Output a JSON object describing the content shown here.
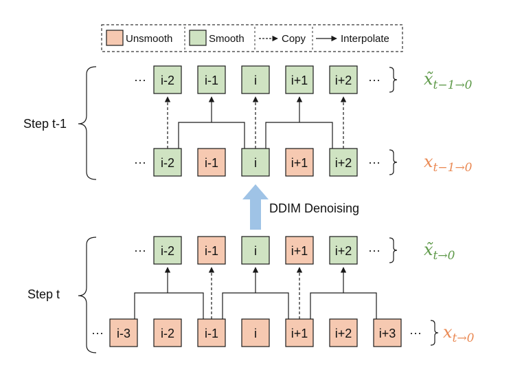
{
  "colors": {
    "smooth_fill": "#cfe3c2",
    "unsmooth_fill": "#f6c9b1",
    "box_stroke": "#1a1a1a",
    "green_text": "#5f9a4a",
    "orange_text": "#ea8a55",
    "arrow_blue": "#9fc3e6"
  },
  "legend": {
    "unsmooth": "Unsmooth",
    "smooth": "Smooth",
    "copy": "Copy",
    "interpolate": "Interpolate"
  },
  "ellipsis": "···",
  "step_labels": {
    "t_minus_1": "Step t-1",
    "t": "Step t"
  },
  "denoise_label": "DDIM Denoising",
  "rows": [
    {
      "id": "t-1-smoothed",
      "label": "x̃_{t−1→0}",
      "boxes": [
        {
          "text": "i-2",
          "state": "smooth"
        },
        {
          "text": "i-1",
          "state": "smooth"
        },
        {
          "text": "i",
          "state": "smooth"
        },
        {
          "text": "i+1",
          "state": "smooth"
        },
        {
          "text": "i+2",
          "state": "smooth"
        }
      ]
    },
    {
      "id": "t-1-predicted",
      "label": "x_{t−1→0}",
      "boxes": [
        {
          "text": "i-2",
          "state": "smooth"
        },
        {
          "text": "i-1",
          "state": "unsmooth"
        },
        {
          "text": "i",
          "state": "smooth"
        },
        {
          "text": "i+1",
          "state": "unsmooth"
        },
        {
          "text": "i+2",
          "state": "smooth"
        }
      ]
    },
    {
      "id": "t-smoothed",
      "label": "x̃_{t→0}",
      "boxes": [
        {
          "text": "i-2",
          "state": "smooth"
        },
        {
          "text": "i-1",
          "state": "unsmooth"
        },
        {
          "text": "i",
          "state": "smooth"
        },
        {
          "text": "i+1",
          "state": "unsmooth"
        },
        {
          "text": "i+2",
          "state": "smooth"
        }
      ]
    },
    {
      "id": "t-predicted",
      "label": "x_{t→0}",
      "boxes": [
        {
          "text": "i-3",
          "state": "unsmooth"
        },
        {
          "text": "i-2",
          "state": "unsmooth"
        },
        {
          "text": "i-1",
          "state": "unsmooth"
        },
        {
          "text": "i",
          "state": "unsmooth"
        },
        {
          "text": "i+1",
          "state": "unsmooth"
        },
        {
          "text": "i+2",
          "state": "unsmooth"
        },
        {
          "text": "i+3",
          "state": "unsmooth"
        }
      ]
    }
  ]
}
